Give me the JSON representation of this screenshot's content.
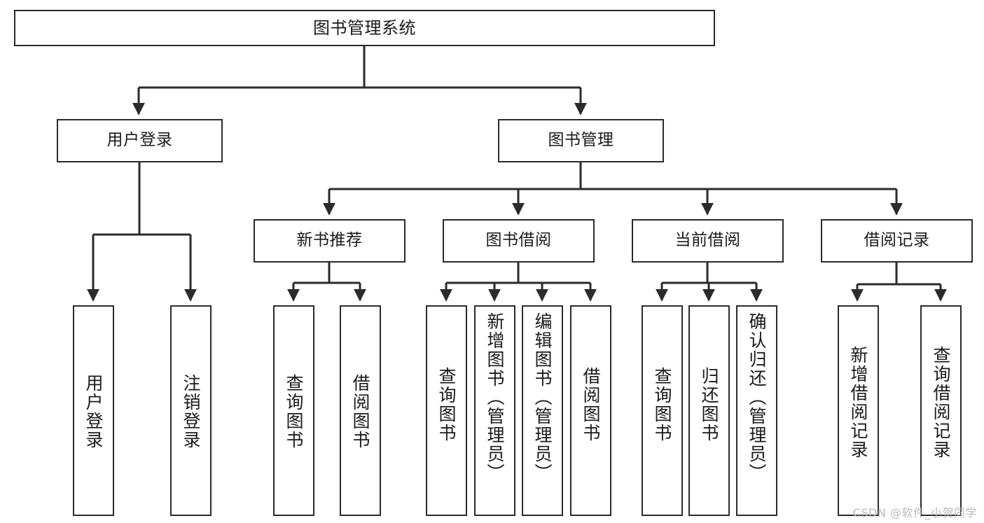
{
  "diagram": {
    "title": "图书管理系统",
    "watermark": "CSDN @软件_小贺同学",
    "stroke_color": "#2b2b2b",
    "fill_color": "#ffffff",
    "text_color": "#1a1a1a",
    "watermark_color": "#b9b9b9"
  },
  "nodes": {
    "root": {
      "label": "图书管理系统"
    },
    "level2": [
      {
        "label": "用户登录"
      },
      {
        "label": "图书管理"
      }
    ],
    "level3": [
      {
        "label": "新书推荐"
      },
      {
        "label": "图书借阅"
      },
      {
        "label": "当前借阅"
      },
      {
        "label": "借阅记录"
      }
    ],
    "leaves": {
      "user_login": [
        {
          "label": "用户登录"
        },
        {
          "label": "注销登录"
        }
      ],
      "new_book": [
        {
          "label": "查询图书"
        },
        {
          "label": "借阅图书"
        }
      ],
      "book_borrow": [
        {
          "label": "查询图书"
        },
        {
          "label": "新增图书（管理员）"
        },
        {
          "label": "编辑图书（管理员）"
        },
        {
          "label": "借阅图书"
        }
      ],
      "current_borrow": [
        {
          "label": "查询图书"
        },
        {
          "label": "归还图书"
        },
        {
          "label": "确认归还（管理员）"
        }
      ],
      "borrow_record": [
        {
          "label": "新增借阅记录"
        },
        {
          "label": "查询借阅记录"
        }
      ]
    }
  }
}
